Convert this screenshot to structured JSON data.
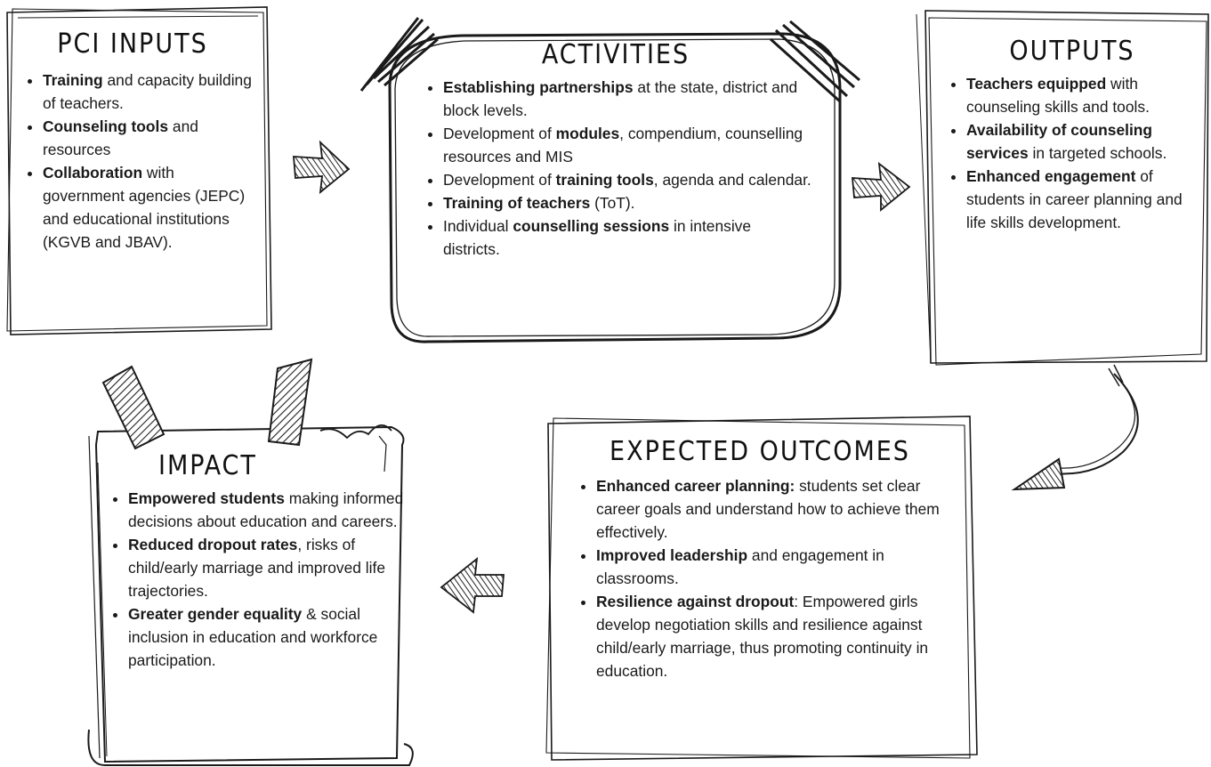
{
  "inputs": {
    "title": "PCI INPUTS",
    "items": [
      {
        "bold": "Training",
        "rest": " and capacity building of teachers."
      },
      {
        "bold": "Counseling tools",
        "rest": " and resources"
      },
      {
        "bold": "Collaboration",
        "rest": " with government agencies (JEPC) and educational institutions (KGVB and JBAV)."
      }
    ]
  },
  "activities": {
    "title": "ACTIVITIES",
    "items": [
      {
        "pre": "",
        "bold": "Establishing partnerships",
        "rest": " at the state, district and block levels."
      },
      {
        "pre": "Development of ",
        "bold": "modules",
        "rest": ", compendium, counselling resources and MIS"
      },
      {
        "pre": "Development of ",
        "bold": "training tools",
        "rest": ", agenda and calendar."
      },
      {
        "pre": "",
        "bold": "Training of teachers",
        "rest": " (ToT)."
      },
      {
        "pre": "Individual ",
        "bold": "counselling sessions",
        "rest": " in intensive districts."
      }
    ]
  },
  "outputs": {
    "title": "OUTPUTS",
    "items": [
      {
        "bold": "Teachers equipped",
        "rest": " with counseling skills and tools."
      },
      {
        "bold": "Availability of counseling services",
        "rest": " in targeted schools."
      },
      {
        "bold": "Enhanced engagement",
        "rest": " of students in career planning and life skills development."
      }
    ]
  },
  "outcomes": {
    "title": "EXPECTED OUTCOMES",
    "items": [
      {
        "bold": "Enhanced career planning:",
        "rest": " students set clear career goals and understand how to achieve them effectively."
      },
      {
        "bold": "Improved leadership",
        "rest": " and engagement in classrooms."
      },
      {
        "bold": "Resilience against dropout",
        "rest": ": Empowered girls develop negotiation skills and resilience against child/early marriage, thus promoting continuity in education."
      }
    ]
  },
  "impact": {
    "title": "IMPACT",
    "items": [
      {
        "bold": "Empowered students",
        "rest": " making informed decisions about education and careers."
      },
      {
        "bold": "Reduced dropout rates",
        "rest": ", risks of child/early marriage and improved life trajectories."
      },
      {
        "bold": "Greater gender equality",
        "rest": " & social inclusion in education and workforce participation."
      }
    ]
  },
  "colors": {
    "ink": "#1a1a1a",
    "background": "#ffffff"
  }
}
